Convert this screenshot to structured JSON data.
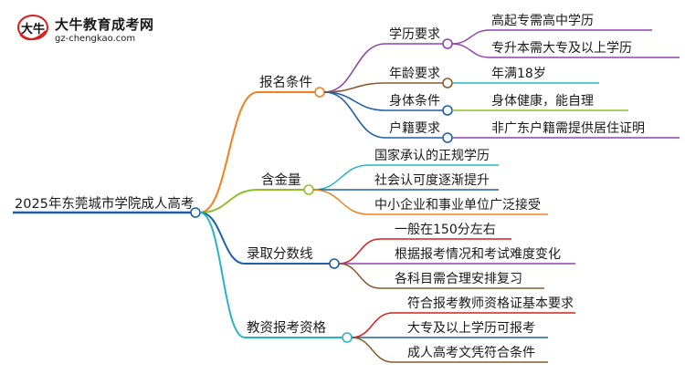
{
  "logo": {
    "mark_text": "大牛",
    "title": "大牛教育成考网",
    "url": "gz-chengkao.com",
    "brand_color": "#d6201f"
  },
  "mindmap": {
    "root": {
      "label": "2025年东莞城市学院成人高考",
      "color": "#1f5fa6"
    },
    "branches": [
      {
        "label": "报名条件",
        "color": "#f0801e",
        "children": [
          {
            "label": "学历要求",
            "color": "#8e44ad",
            "children": [
              {
                "label": "高起专需高中学历",
                "color": "#8e44ad"
              },
              {
                "label": "专升本需大专及以上学历",
                "color": "#8e44ad"
              }
            ]
          },
          {
            "label": "年龄要求",
            "color": "#8b5a2b",
            "children": [
              {
                "label": "年满18岁",
                "color": "#27b3c6"
              }
            ]
          },
          {
            "label": "身体条件",
            "color": "#1f5fa6",
            "children": [
              {
                "label": "身体健康，能自理",
                "color": "#8fbe2a"
              }
            ]
          },
          {
            "label": "户籍要求",
            "color": "#1f5fa6",
            "children": [
              {
                "label": "非广东户籍需提供居住证明",
                "color": "#8e44ad"
              }
            ]
          }
        ]
      },
      {
        "label": "含金量",
        "color": "#8fbe2a",
        "children": [
          {
            "label": "国家承认的正规学历",
            "color": "#27b3c6"
          },
          {
            "label": "社会认可度逐渐提升",
            "color": "#1f5fa6"
          },
          {
            "label": "中小企业和事业单位广泛接受",
            "color": "#f0801e"
          }
        ]
      },
      {
        "label": "录取分数线",
        "color": "#1f5fa6",
        "children": [
          {
            "label": "一般在150分左右",
            "color": "#d6201f"
          },
          {
            "label": "根据报考情况和考试难度变化",
            "color": "#8e44ad"
          },
          {
            "label": "各科目需合理安排复习",
            "color": "#8b5a2b"
          }
        ]
      },
      {
        "label": "教资报考资格",
        "color": "#27b3c6",
        "children": [
          {
            "label": "符合报考教师资格证基本要求",
            "color": "#d6201f"
          },
          {
            "label": "大专及以上学历可报考",
            "color": "#1f5fa6"
          },
          {
            "label": "成人高考文凭符合条件",
            "color": "#8b5a2b"
          }
        ]
      }
    ]
  }
}
